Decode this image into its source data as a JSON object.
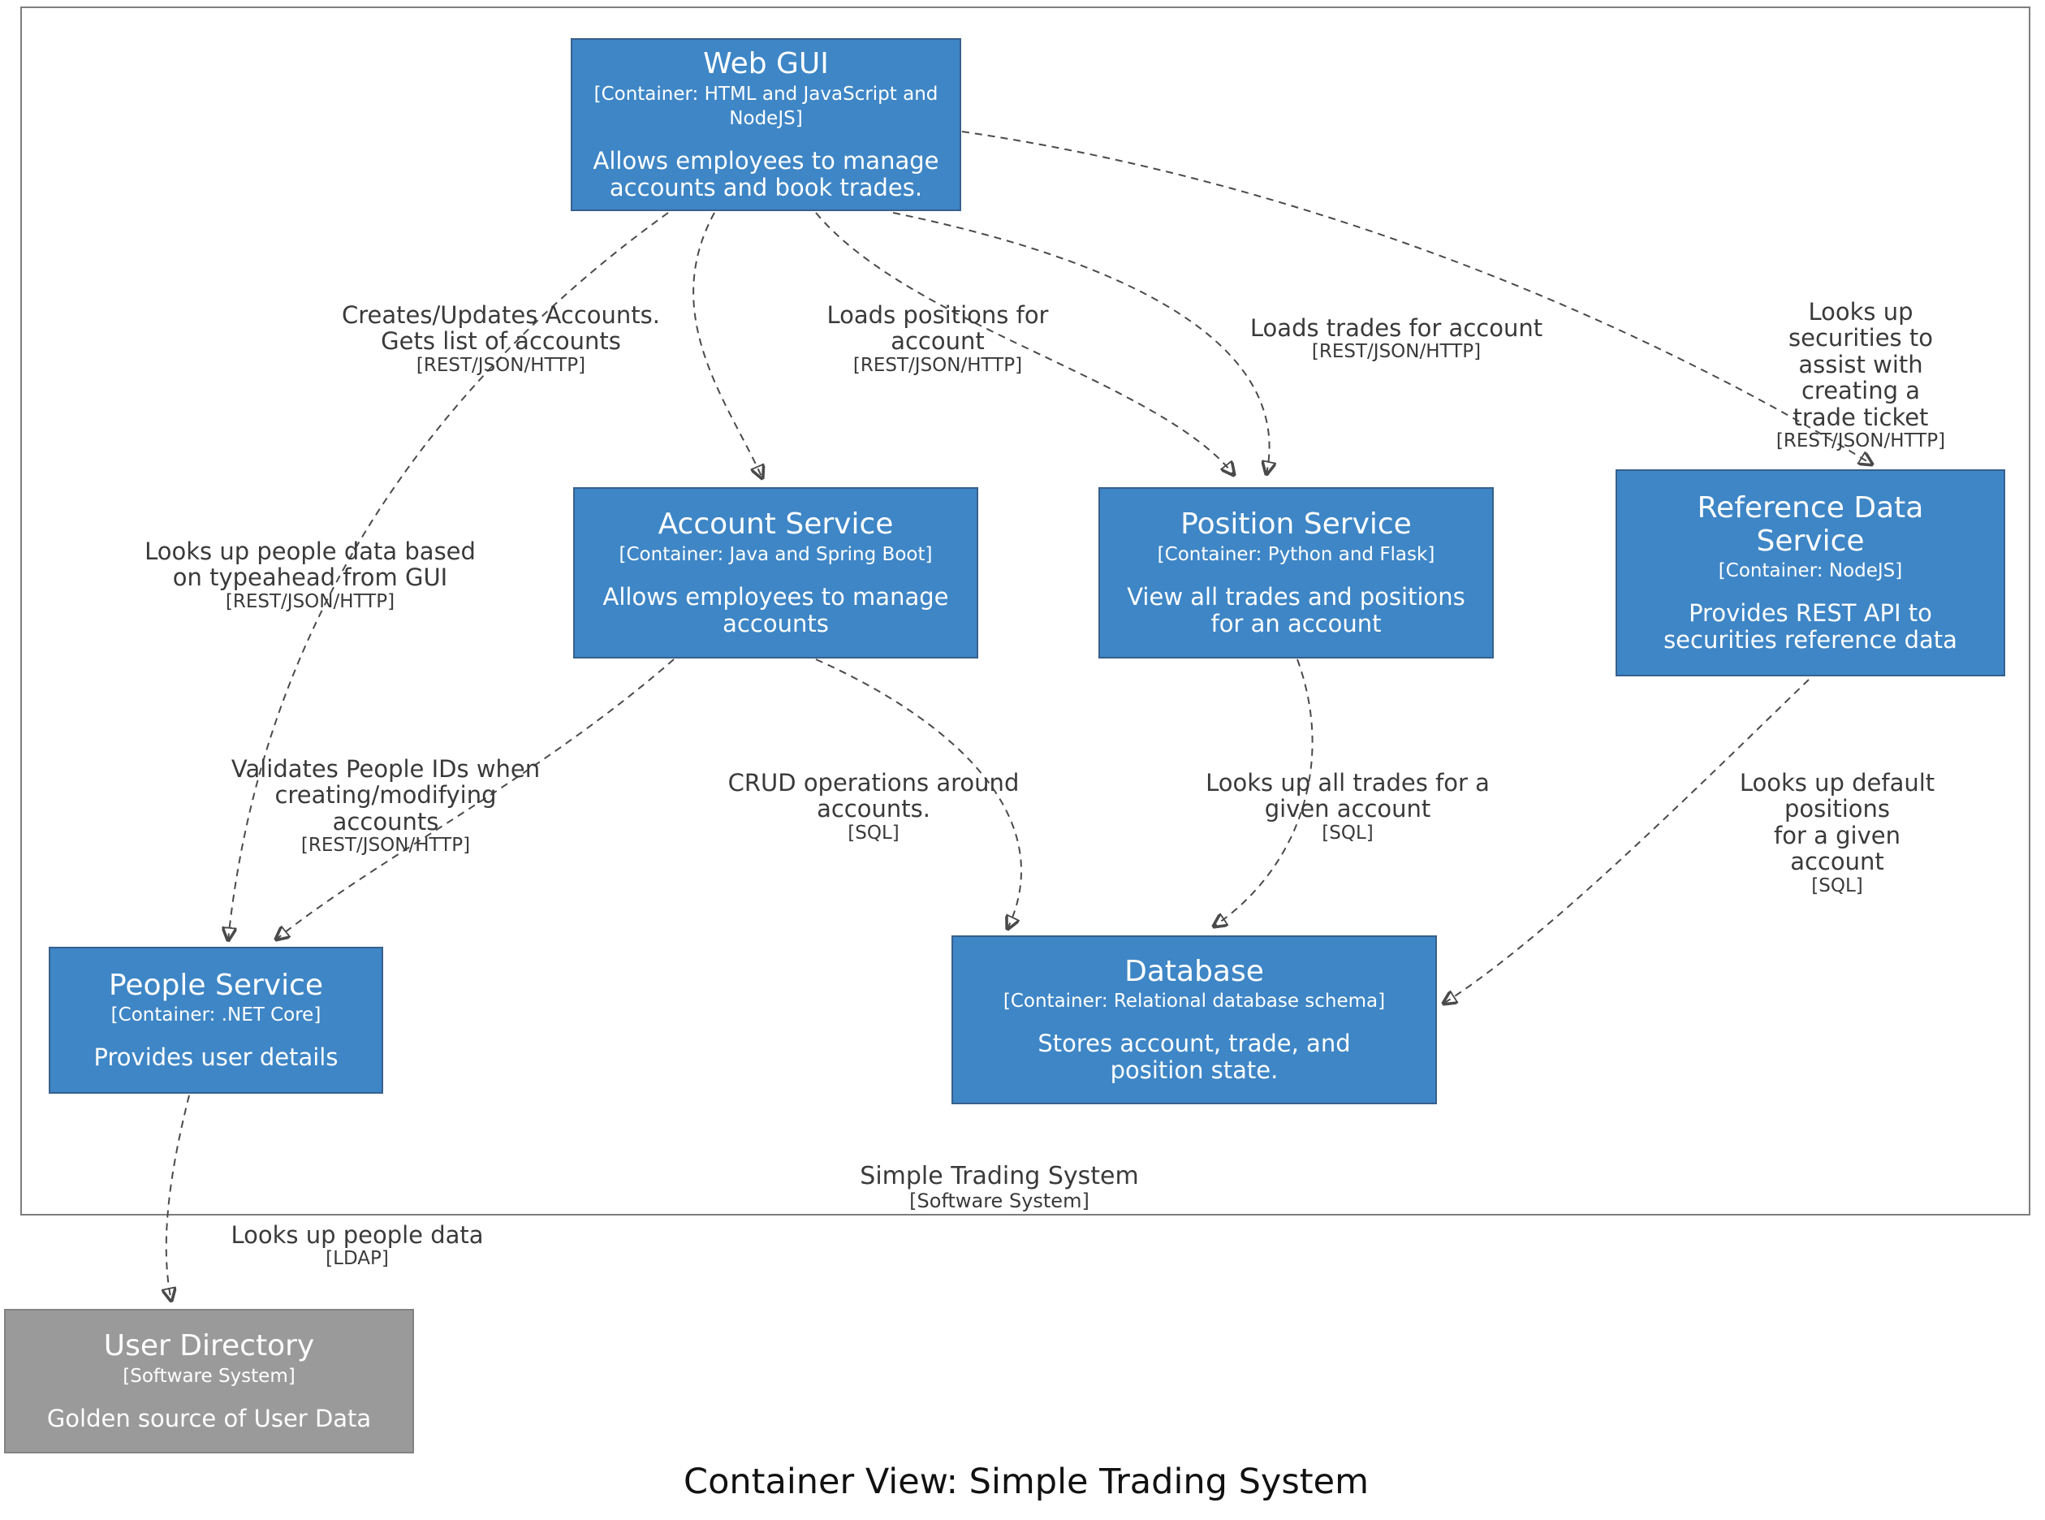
{
  "title": "Container View: Simple Trading System",
  "boundary": {
    "name": "Simple Trading System",
    "meta": "[Software System]"
  },
  "colors": {
    "container_fill": "#3e86c6",
    "container_border": "#37608d",
    "external_fill": "#9a9a9a",
    "external_border": "#828282",
    "edge_stroke": "#4a4a4a",
    "label_text": "#3a3a3a"
  },
  "nodes": [
    {
      "id": "webgui",
      "type": "container",
      "title": "Web GUI",
      "meta": "[Container: HTML and JavaScript and NodeJS]",
      "desc": "Allows employees to manage\naccounts and book trades."
    },
    {
      "id": "account",
      "type": "container",
      "title": "Account Service",
      "meta": "[Container: Java and Spring Boot]",
      "desc": "Allows employees to manage\naccounts"
    },
    {
      "id": "position",
      "type": "container",
      "title": "Position Service",
      "meta": "[Container: Python and Flask]",
      "desc": "View all trades and positions\nfor an account"
    },
    {
      "id": "refdata",
      "type": "container",
      "title": "Reference Data\nService",
      "meta": "[Container: NodeJS]",
      "desc": "Provides REST API to\nsecurities reference data"
    },
    {
      "id": "people",
      "type": "container",
      "title": "People Service",
      "meta": "[Container: .NET Core]",
      "desc": "Provides user details"
    },
    {
      "id": "database",
      "type": "container",
      "title": "Database",
      "meta": "[Container: Relational database schema]",
      "desc": "Stores account, trade, and\nposition state."
    },
    {
      "id": "userdir",
      "type": "external",
      "title": "User Directory",
      "meta": "[Software System]",
      "desc": "Golden source of User Data"
    }
  ],
  "edges": [
    {
      "from": "Web GUI",
      "to": "Account Service",
      "label": "Creates/Updates Accounts.\nGets list of accounts",
      "tech": "[REST/JSON/HTTP]"
    },
    {
      "from": "Web GUI",
      "to": "Position Service",
      "label": "Loads positions for\naccount",
      "tech": "[REST/JSON/HTTP]"
    },
    {
      "from": "Web GUI",
      "to": "Position Service",
      "label": "Loads trades for account",
      "tech": "[REST/JSON/HTTP]"
    },
    {
      "from": "Web GUI",
      "to": "Reference Data Service",
      "label": "Looks up securities to\nassist with creating a\ntrade ticket",
      "tech": "[REST/JSON/HTTP]"
    },
    {
      "from": "Web GUI",
      "to": "People Service",
      "label": "Looks up people data based\non typeahead from GUI",
      "tech": "[REST/JSON/HTTP]"
    },
    {
      "from": "Account Service",
      "to": "People Service",
      "label": "Validates People IDs when\ncreating/modifying\naccounts",
      "tech": "[REST/JSON/HTTP]"
    },
    {
      "from": "Account Service",
      "to": "Database",
      "label": "CRUD operations around\naccounts.",
      "tech": "[SQL]"
    },
    {
      "from": "Position Service",
      "to": "Database",
      "label": "Looks up all trades for a\ngiven account",
      "tech": "[SQL]"
    },
    {
      "from": "Reference Data Service",
      "to": "Database",
      "label": "Looks up default positions\nfor a given account",
      "tech": "[SQL]"
    },
    {
      "from": "People Service",
      "to": "User Directory",
      "label": "Looks up people data",
      "tech": "[LDAP]"
    }
  ]
}
